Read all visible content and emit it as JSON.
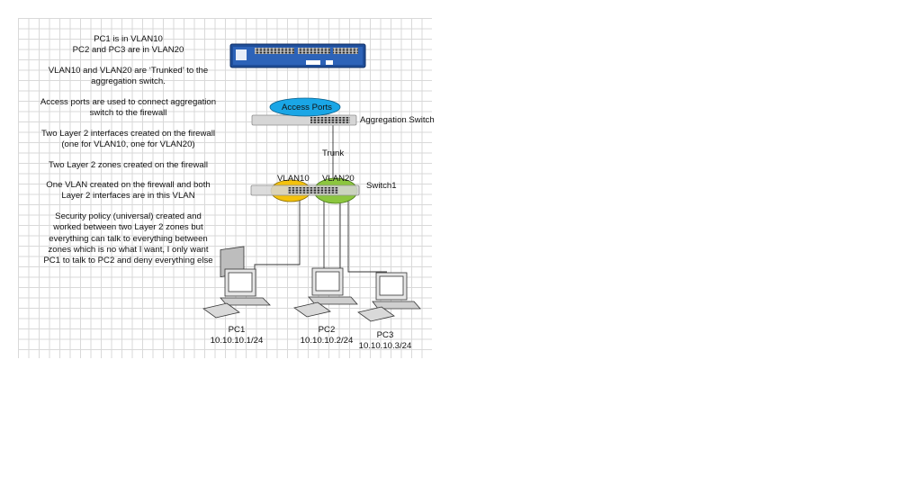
{
  "notes": [
    [
      "PC1 is in VLAN10",
      "PC2 and PC3 are in VLAN20"
    ],
    [
      "VLAN10 and VLAN20 are ‘Trunked’ to the",
      "aggregation switch."
    ],
    [
      "Access ports are used to connect aggregation",
      "switch to the firewall"
    ],
    [
      "Two Layer 2 interfaces created on the firewall",
      "(one for VLAN10, one for VLAN20)"
    ],
    [
      "Two Layer 2 zones created on the firewall"
    ],
    [
      "One VLAN created on the firewall and both",
      "Layer 2 interfaces are in this VLAN"
    ],
    [
      "Security policy (universal) created and",
      "worked between two Layer 2 zones but",
      "everything can talk to everything between",
      "zones which is no what I want, I only want",
      "PC1 to talk to PC2 and deny everything else"
    ]
  ],
  "labels": {
    "access_ports": "Access Ports",
    "aggregation_switch": "Aggregation Switch",
    "trunk": "Trunk",
    "vlan10": "VLAN10",
    "vlan20": "VLAN20",
    "switch1": "Switch1"
  },
  "pcs": [
    {
      "name": "PC1",
      "ip": "10.10.10.1/24"
    },
    {
      "name": "PC2",
      "ip": "10.10.10.2/24"
    },
    {
      "name": "PC3",
      "ip": "10.10.10.3/24"
    }
  ],
  "colors": {
    "firewall": "#1f4e9a",
    "access_ports_ellipse": "#1aa6e6",
    "vlan10_ellipse": "#f4c20d",
    "vlan20_ellipse": "#8cc63f",
    "switch_body": "#d6d6d6"
  }
}
